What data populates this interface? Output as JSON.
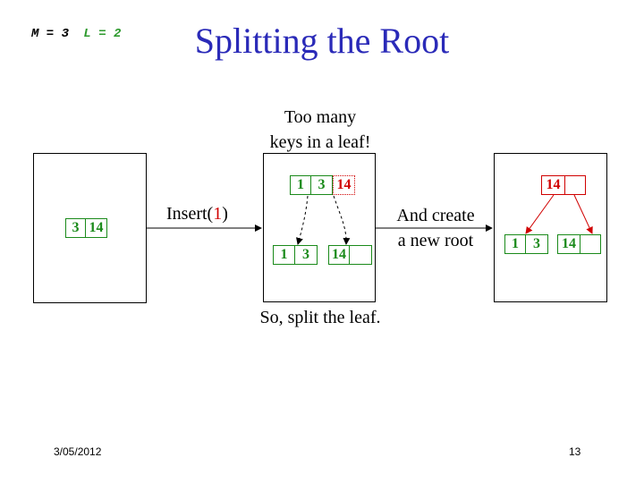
{
  "header": {
    "m_label": "M = 3",
    "l_label": "L = 2",
    "title": "Splitting the Root"
  },
  "tree1": {
    "leaf": [
      "3",
      "14"
    ]
  },
  "arrow1": {
    "prefix": "Insert(",
    "key": "1",
    "suffix": ")"
  },
  "tree2": {
    "caption_line1": "Too many",
    "caption_line2": "keys in a leaf!",
    "overfull_leaf": [
      "1",
      "3",
      "14"
    ],
    "left_leaf": [
      "1",
      "3"
    ],
    "right_leaf": [
      "14",
      ""
    ],
    "bottom_caption": "So, split the leaf."
  },
  "arrow2": {
    "line1": "And create",
    "line2": "a new root"
  },
  "tree3": {
    "root": [
      "14",
      ""
    ],
    "left_leaf": [
      "1",
      "3"
    ],
    "right_leaf": [
      "14",
      ""
    ]
  },
  "footer": {
    "date": "3/05/2012",
    "page": "13"
  },
  "colors": {
    "title": "#2a2ab8",
    "green": "#1a8a1a",
    "red": "#d00000",
    "l_label": "#2e9a2e"
  }
}
